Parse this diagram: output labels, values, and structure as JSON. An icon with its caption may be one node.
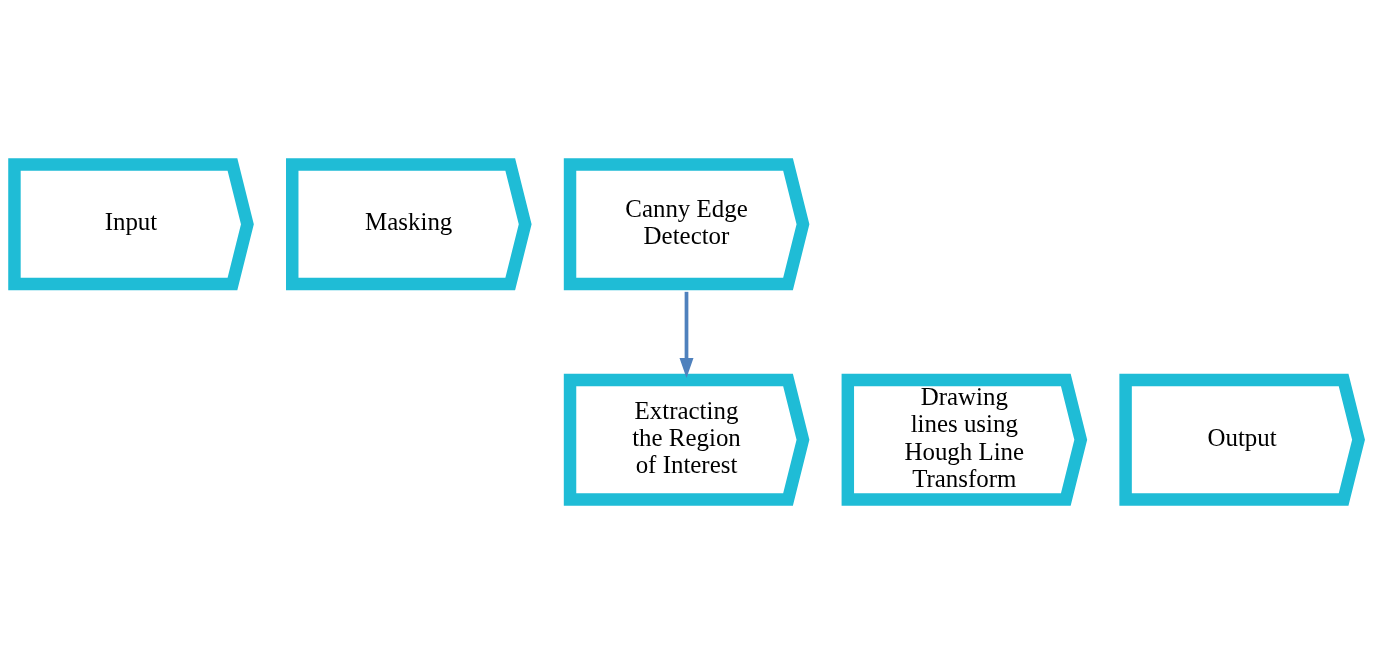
{
  "diagram": {
    "nodes": [
      {
        "text": [
          "Input"
        ]
      },
      {
        "text": [
          "Masking"
        ]
      },
      {
        "text": [
          "Canny Edge Detector"
        ]
      },
      {
        "text": [
          "Extracting the Region of Interest"
        ]
      },
      {
        "text": [
          "Drawing lines using Hough Line Transform"
        ]
      },
      {
        "text": [
          "Output"
        ]
      }
    ],
    "edges": [
      {
        "from": 2,
        "to": 3,
        "arrow": "to"
      }
    ]
  }
}
